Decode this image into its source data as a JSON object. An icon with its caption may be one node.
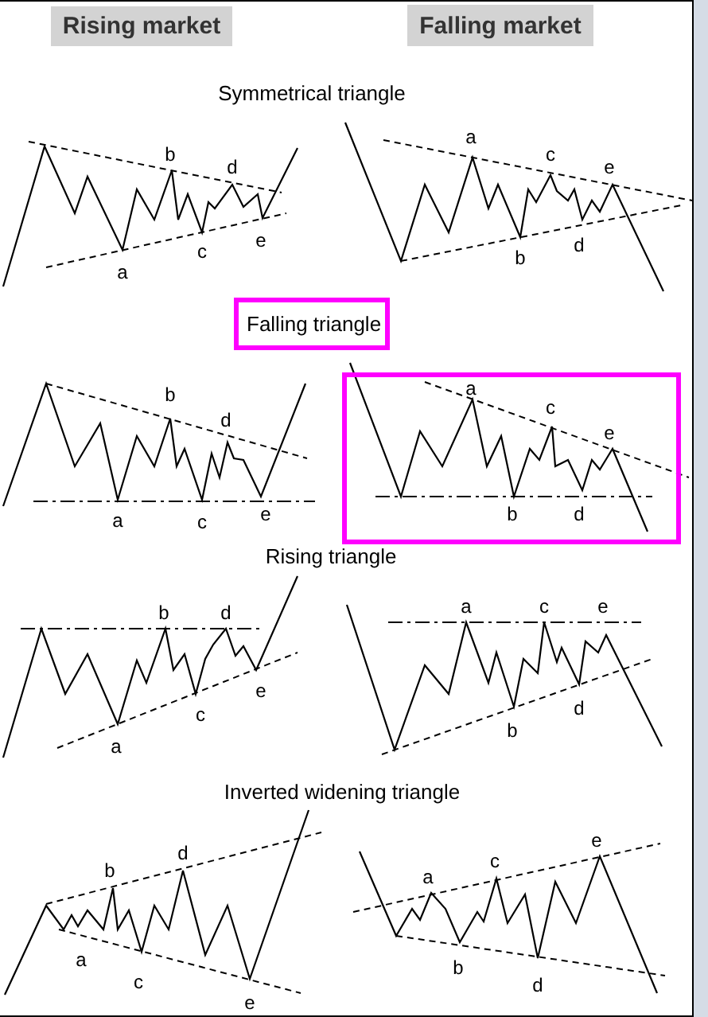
{
  "diagram": {
    "nodes": [
      {
        "text": [
          "Rising market"
        ]
      },
      {
        "text": [
          "Falling market"
        ]
      },
      {
        "text": [
          "Falling triangle"
        ]
      },
      {
        "text": [
          "a",
          "b",
          "c",
          "d",
          "e"
        ]
      }
    ],
    "labels": [
      "Symmetrical triangle",
      "a",
      "b",
      "c",
      "d",
      "e",
      "a",
      "b",
      "c",
      "d",
      "e",
      "a",
      "b",
      "c",
      "d",
      "e",
      "Rising triangle",
      "a",
      "b",
      "c",
      "d",
      "e",
      "a",
      "b",
      "c",
      "d",
      "e",
      "Inverted widening triangle",
      "a",
      "b",
      "c",
      "d",
      "e",
      "a",
      "b",
      "c",
      "d",
      "e"
    ]
  }
}
